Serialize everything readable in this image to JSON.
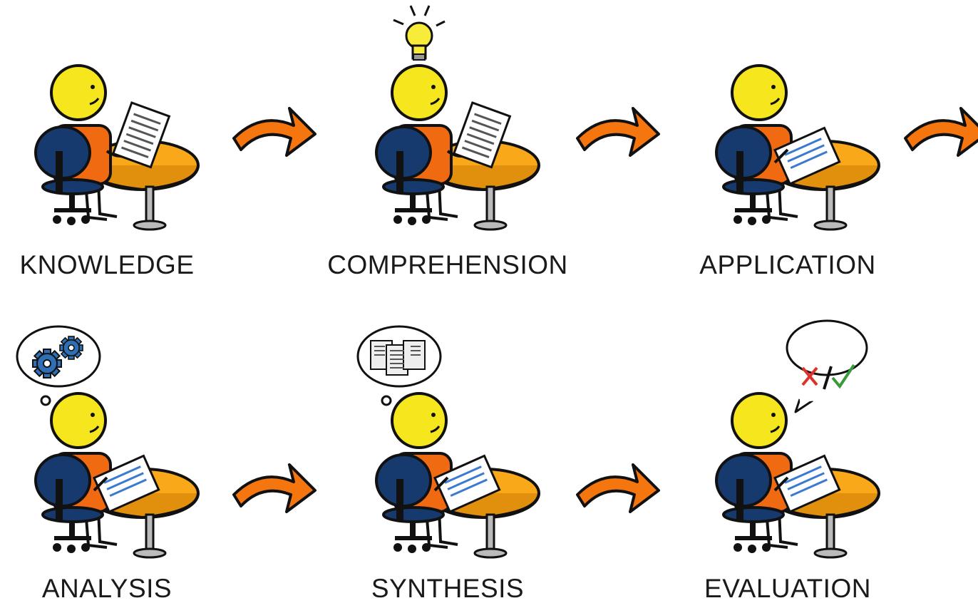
{
  "stages": [
    {
      "id": "knowledge",
      "label": "KNOWLEDGE",
      "accessory": "none"
    },
    {
      "id": "comprehension",
      "label": "COMPREHENSION",
      "accessory": "lightbulb-icon"
    },
    {
      "id": "application",
      "label": "APPLICATION",
      "accessory": "none"
    },
    {
      "id": "analysis",
      "label": "ANALYSIS",
      "accessory": "gears-thought-bubble"
    },
    {
      "id": "synthesis",
      "label": "SYNTHESIS",
      "accessory": "documents-thought-bubble"
    },
    {
      "id": "evaluation",
      "label": "EVALUATION",
      "accessory": "cross-check-speech-bubble"
    }
  ],
  "arrows": [
    "knowledge-to-comprehension",
    "comprehension-to-application",
    "application-to-next",
    "analysis-to-synthesis",
    "synthesis-to-evaluation"
  ],
  "colors": {
    "head": "#f5e61e",
    "shirt": "#f06a12",
    "chair": "#163a6e",
    "table": "#f8a818",
    "arrow": "#f5760f",
    "outline": "#111111",
    "cross": "#e0302a",
    "check": "#3a9a3a",
    "gear": "#2e6fb5"
  }
}
